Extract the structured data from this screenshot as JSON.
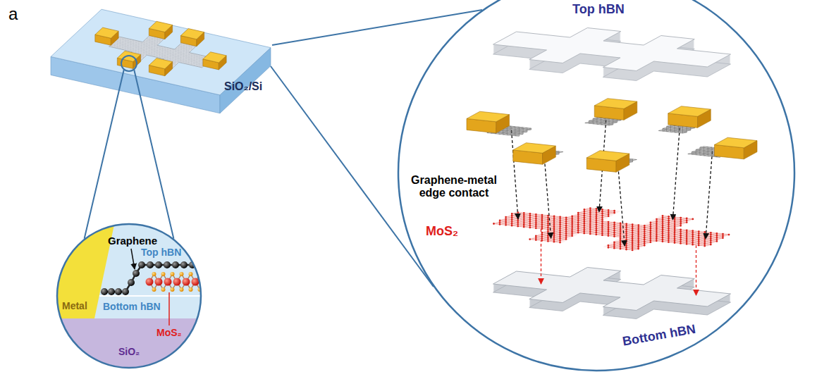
{
  "diagram": {
    "labels": [
      "a",
      "Top hBN",
      "SiO₂/Si",
      "Graphene",
      "Top hBN",
      "Metal",
      "Bottom hBN",
      "MoS₂",
      "SiO₂",
      "Graphene-metal edge contact",
      "MoS₂",
      "Bottom hBN"
    ]
  }
}
